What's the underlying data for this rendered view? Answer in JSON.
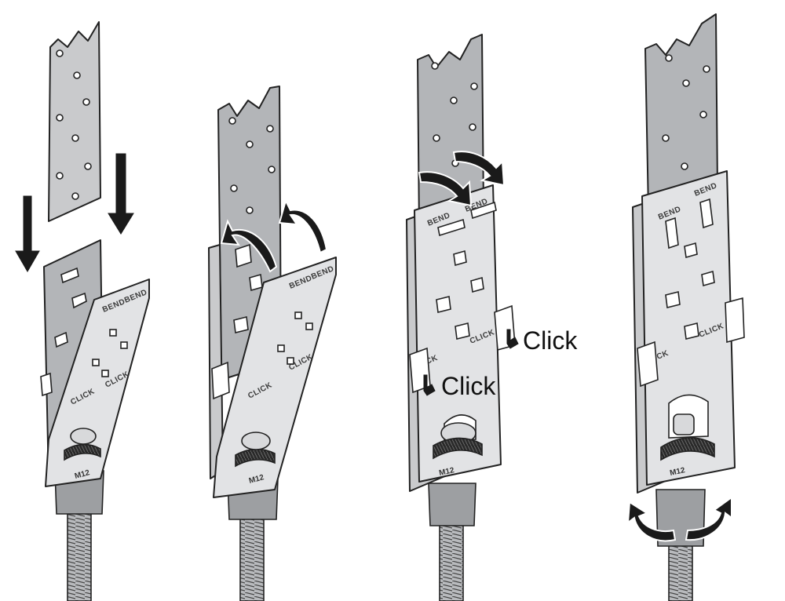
{
  "steps": [
    {
      "bend": "BEND",
      "click": "CLICK",
      "size": "M12"
    },
    {
      "bend": "BEND",
      "click": "CLICK",
      "size": "M12"
    },
    {
      "bend": "BEND",
      "click": "CLICK",
      "size": "M12"
    },
    {
      "bend": "BEND",
      "click": "CLICK",
      "size": "M12"
    }
  ],
  "callouts": {
    "click_right": "Click",
    "click_left": "Click",
    "cut_label": "CK"
  },
  "colors": {
    "metal": "#c9cacc",
    "outline": "#222222",
    "arrow": "#1a1a1a"
  }
}
